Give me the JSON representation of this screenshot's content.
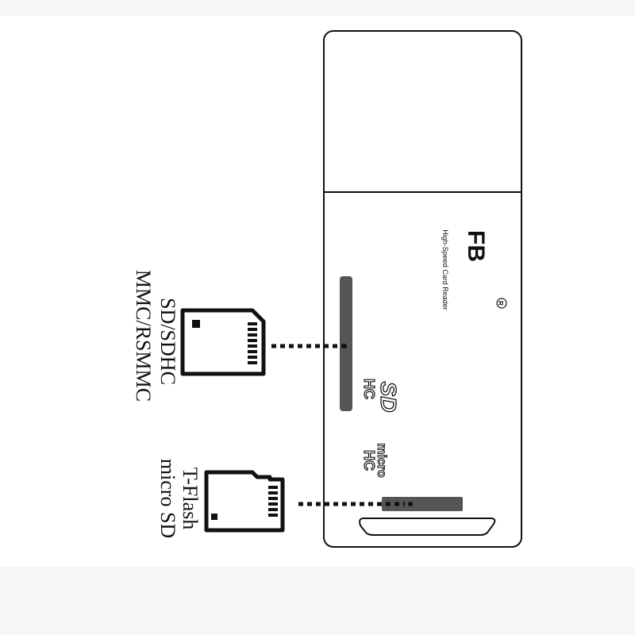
{
  "reader": {
    "product_line": "High-Speed Card Reader",
    "brand_mark": "FB",
    "registered_mark": "R",
    "sd_logo": "SD",
    "sdhc_badge": "HC",
    "microsd_logo": "micro",
    "microsdhc_badge": "HC"
  },
  "slots": {
    "sd_label_line1": "SD/SDHC",
    "sd_label_line2": "MMC/RSMMC",
    "micro_label_line1": "T-Flash",
    "micro_label_line2": "micro SD"
  },
  "colors": {
    "background": "#ffffff",
    "bottom_band": "#f6f6f6",
    "outline": "#111111",
    "slot_fill": "#555555"
  }
}
